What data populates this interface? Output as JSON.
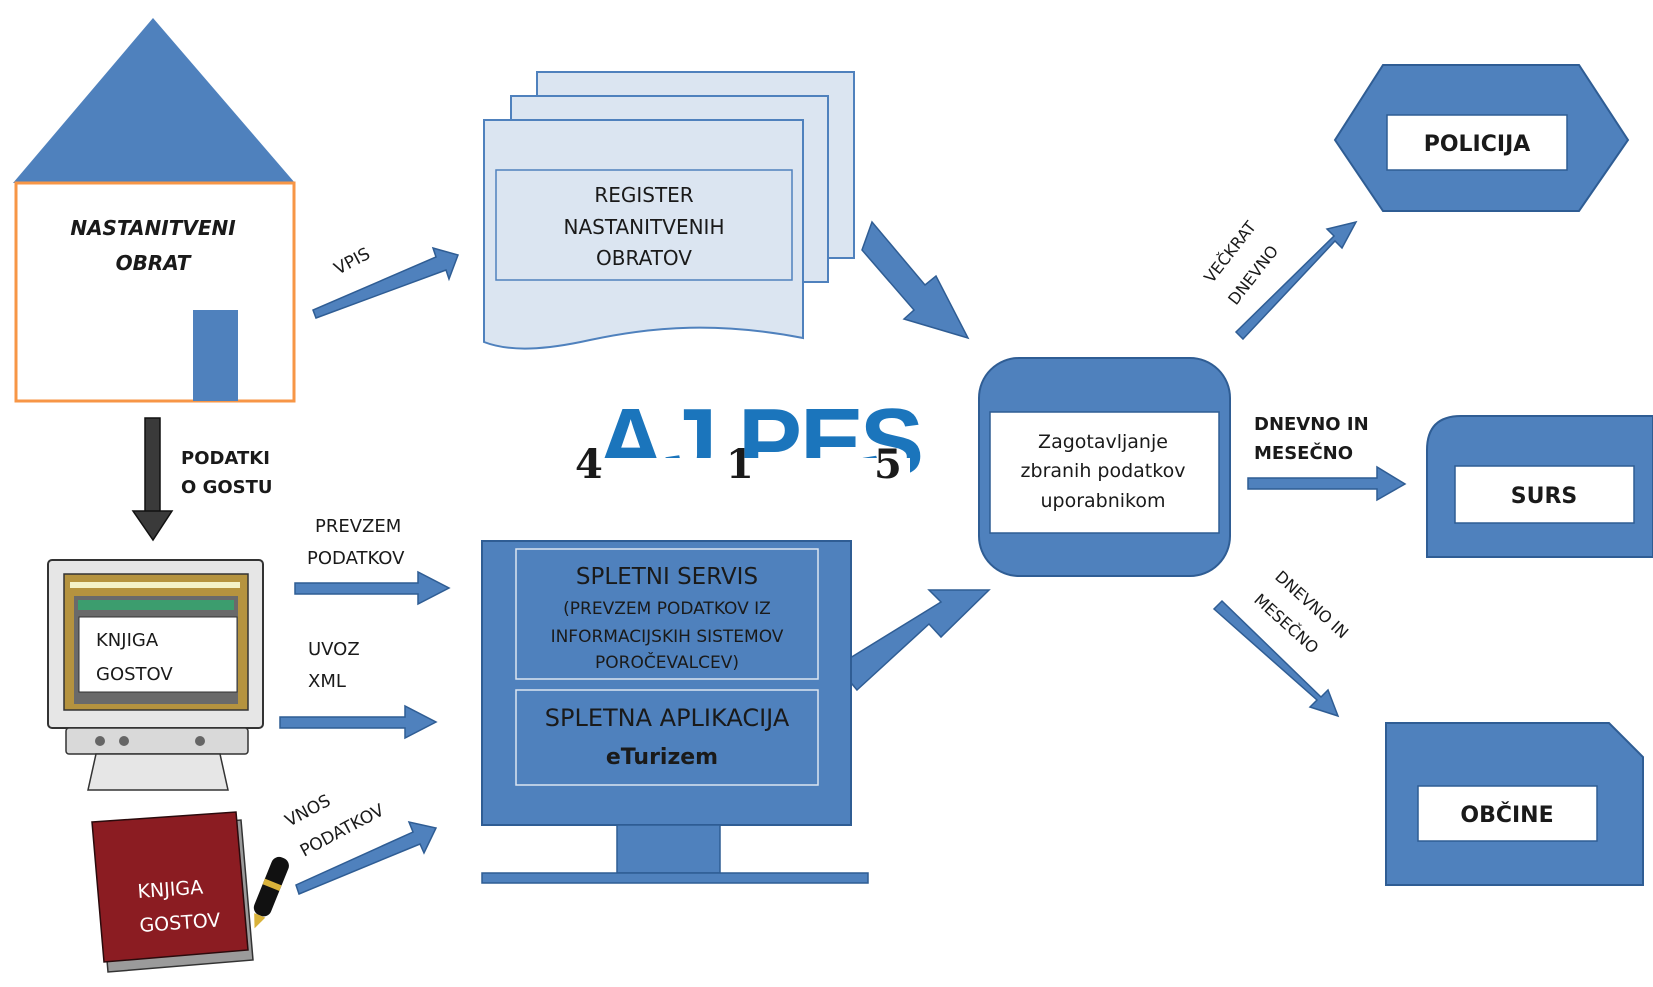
{
  "colors": {
    "blue": "#4f81bd",
    "blue_dark": "#2f5d94",
    "light_blue": "#dbe5f1",
    "orange": "#f79646",
    "red_text": "#c0202a",
    "book_red": "#8b1c22",
    "text": "#1a1a1a",
    "logo_blue": "#1b75bc"
  },
  "house": {
    "line1": "NASTANITVENI",
    "line2": "OBRAT"
  },
  "register": {
    "line1": "REGISTER",
    "line2": "NASTANITVENIH",
    "line3": "OBRATOV"
  },
  "arrows": {
    "vpis": "VPIS",
    "podatki_line1": "PODATKI",
    "podatki_line2": "O GOSTU",
    "prevzem_line1": "PREVZEM",
    "prevzem_line2": "PODATKOV",
    "uvoz_line1": "UVOZ",
    "uvoz_line2": "XML",
    "vnos_line1": "VNOS",
    "vnos_line2": "PODATKOV",
    "veckrat_line1": "VEČKRAT",
    "veckrat_line2": "DNEVNO",
    "surs_line1": "DNEVNO IN",
    "surs_line2": "MESEČNO",
    "obcine_line1": "DNEVNO IN",
    "obcine_line2": "MESEČNO"
  },
  "computer": {
    "line1": "KNJIGA",
    "line2": "GOSTOV"
  },
  "book": {
    "line1": "KNJIGA",
    "line2": "GOSTOV"
  },
  "logo": {
    "letters": [
      "A",
      "J",
      "P",
      "E",
      "S"
    ],
    "numbers": [
      "4",
      "1",
      "5"
    ]
  },
  "monitor": {
    "service_title": "SPLETNI SERVIS",
    "service_sub1": "(PREVZEM PODATKOV IZ",
    "service_sub2": "INFORMACIJSKIH SISTEMOV",
    "service_sub3": "POROČEVALCEV)",
    "app_title": "SPLETNA APLIKACIJA",
    "app_name": "eTurizem"
  },
  "hub": {
    "line1": "Zagotavljanje",
    "line2": "zbranih podatkov",
    "line3": "uporabnikom"
  },
  "outputs": {
    "policija": "POLICIJA",
    "surs": "SURS",
    "obcine": "OBČINE"
  }
}
